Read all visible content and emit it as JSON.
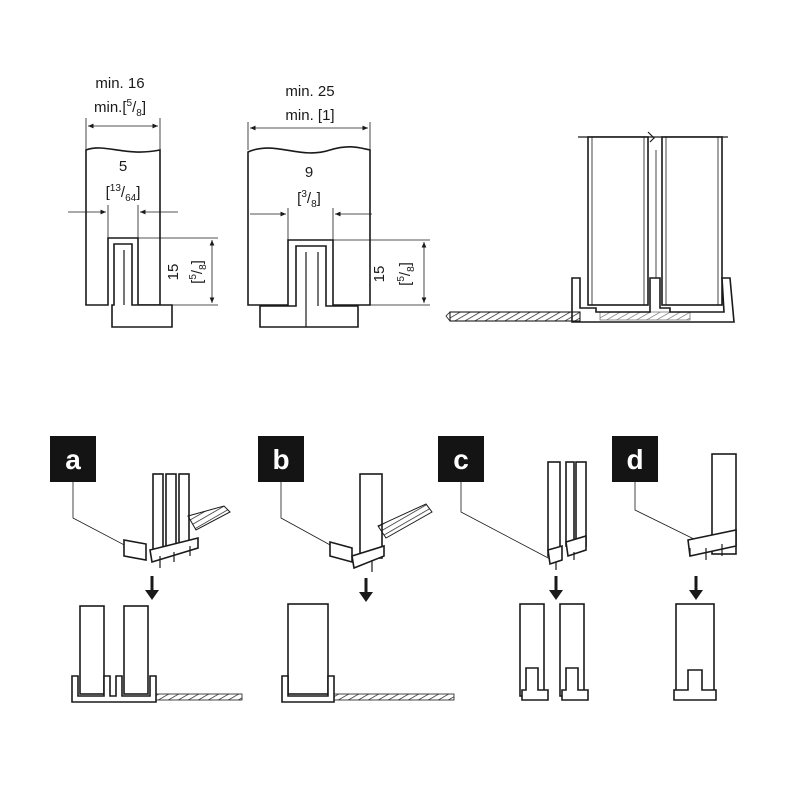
{
  "dimensions": {
    "a": {
      "min_mm": "min. 16",
      "min_in_prefix": "min.[",
      "min_in_num": "5",
      "min_in_den": "8",
      "min_in_suffix": "]",
      "groove_mm": "5",
      "groove_in_num": "13",
      "groove_in_den": "64",
      "depth_mm": "15",
      "depth_in_num": "5",
      "depth_in_den": "8"
    },
    "b": {
      "min_mm": "min. 25",
      "min_in": "min. [1]",
      "groove_mm": "9",
      "groove_in_num": "3",
      "groove_in_den": "8",
      "depth_mm": "15",
      "depth_in_num": "5",
      "depth_in_den": "8"
    }
  },
  "steps": [
    {
      "id": "a",
      "label": "a"
    },
    {
      "id": "b",
      "label": "b"
    },
    {
      "id": "c",
      "label": "c"
    },
    {
      "id": "d",
      "label": "d"
    }
  ],
  "colors": {
    "line": "#1a1a1a",
    "label_bg": "#141414",
    "label_fg": "#ffffff",
    "background": "#ffffff"
  },
  "icons": {
    "arrow": "arrow-down-icon",
    "pins": "pin-icon"
  }
}
